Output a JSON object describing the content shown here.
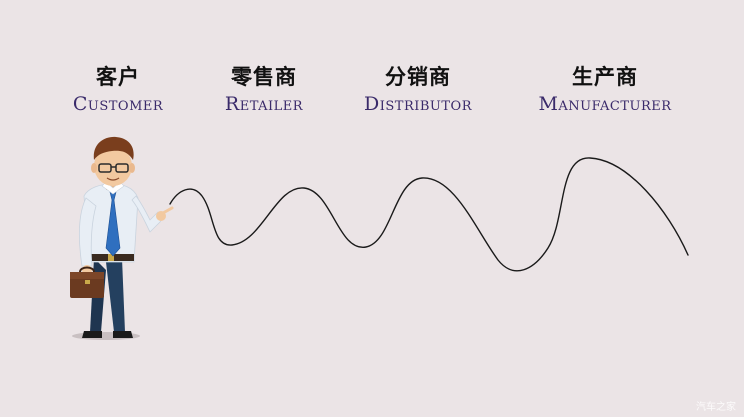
{
  "labels": {
    "customer": {
      "cn": "客户",
      "en": "Customer"
    },
    "retailer": {
      "cn": "零售商",
      "en": "Retailer"
    },
    "distributor": {
      "cn": "分销商",
      "en": "Distributor"
    },
    "manufacturer": {
      "cn": "生产商",
      "en": "Manufacturer"
    }
  },
  "watermark": "汽车之家",
  "colors": {
    "background": "#ebe4e6",
    "heading": "#111111",
    "subheading": "#3a2a6a",
    "curve": "#1a1a1a"
  },
  "illustration": {
    "figure": "businessman-with-briefcase",
    "pointer": "pointing-hand"
  }
}
